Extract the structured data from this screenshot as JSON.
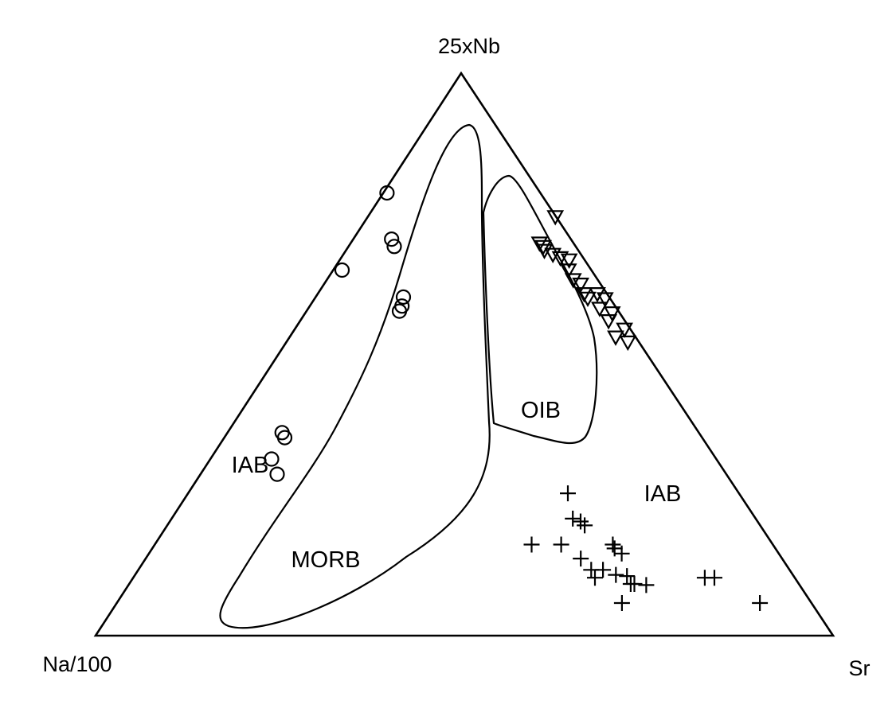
{
  "chart_data": {
    "type": "scatter",
    "plot_kind": "ternary",
    "apex_labels": {
      "top": "25xNb",
      "left": "Na/100",
      "right": "Sr"
    },
    "field_labels": {
      "iab_left": "IAB",
      "morb": "MORB",
      "oib": "OIB",
      "iab_right": "IAB"
    },
    "fields": [
      "MORB",
      "OIB"
    ],
    "grid": false,
    "legend": "none",
    "axis_range": [
      0,
      1
    ],
    "series": [
      {
        "marker": "circle",
        "points": [
          {
            "top": 0.795,
            "left": 0.21,
            "right": 0.005
          },
          {
            "top": 0.705,
            "left": 0.243,
            "right": 0.052
          },
          {
            "top": 0.692,
            "left": 0.246,
            "right": 0.062
          },
          {
            "top": 0.65,
            "left": 0.338,
            "right": 0.012
          },
          {
            "top": 0.602,
            "left": 0.279,
            "right": 0.119
          },
          {
            "top": 0.577,
            "left": 0.297,
            "right": 0.126
          },
          {
            "top": 0.586,
            "left": 0.289,
            "right": 0.125
          },
          {
            "top": 0.361,
            "left": 0.565,
            "right": 0.074
          },
          {
            "top": 0.352,
            "left": 0.566,
            "right": 0.082
          },
          {
            "top": 0.314,
            "left": 0.603,
            "right": 0.083
          },
          {
            "top": 0.287,
            "left": 0.609,
            "right": 0.104
          }
        ]
      },
      {
        "marker": "triangle-down",
        "points": [
          {
            "top": 0.745,
            "left": 0.001,
            "right": 0.254
          },
          {
            "top": 0.698,
            "left": 0.046,
            "right": 0.256
          },
          {
            "top": 0.692,
            "left": 0.044,
            "right": 0.264
          },
          {
            "top": 0.685,
            "left": 0.046,
            "right": 0.269
          },
          {
            "top": 0.678,
            "left": 0.038,
            "right": 0.284
          },
          {
            "top": 0.672,
            "left": 0.031,
            "right": 0.297
          },
          {
            "top": 0.668,
            "left": 0.021,
            "right": 0.311
          },
          {
            "top": 0.65,
            "left": 0.031,
            "right": 0.319
          },
          {
            "top": 0.633,
            "left": 0.033,
            "right": 0.334
          },
          {
            "top": 0.625,
            "left": 0.027,
            "right": 0.348
          },
          {
            "top": 0.608,
            "left": 0.031,
            "right": 0.361
          },
          {
            "top": 0.6,
            "left": 0.03,
            "right": 0.37
          },
          {
            "top": 0.608,
            "left": 0.013,
            "right": 0.379
          },
          {
            "top": 0.599,
            "left": 0.007,
            "right": 0.394
          },
          {
            "top": 0.582,
            "left": 0.023,
            "right": 0.395
          },
          {
            "top": 0.574,
            "left": 0.01,
            "right": 0.416
          },
          {
            "top": 0.56,
            "left": 0.022,
            "right": 0.418
          },
          {
            "top": 0.545,
            "left": 0.008,
            "right": 0.447
          },
          {
            "top": 0.531,
            "left": 0.027,
            "right": 0.442
          },
          {
            "top": 0.522,
            "left": 0.015,
            "right": 0.463
          }
        ]
      },
      {
        "marker": "plus",
        "points": [
          {
            "top": 0.253,
            "left": 0.232,
            "right": 0.515
          },
          {
            "top": 0.208,
            "left": 0.248,
            "right": 0.544
          },
          {
            "top": 0.203,
            "left": 0.24,
            "right": 0.557
          },
          {
            "top": 0.196,
            "left": 0.238,
            "right": 0.566
          },
          {
            "top": 0.162,
            "left": 0.327,
            "right": 0.511
          },
          {
            "top": 0.162,
            "left": 0.287,
            "right": 0.551
          },
          {
            "top": 0.162,
            "left": 0.217,
            "right": 0.621
          },
          {
            "top": 0.155,
            "left": 0.218,
            "right": 0.627
          },
          {
            "top": 0.146,
            "left": 0.213,
            "right": 0.641
          },
          {
            "top": 0.137,
            "left": 0.273,
            "right": 0.59
          },
          {
            "top": 0.117,
            "left": 0.269,
            "right": 0.614
          },
          {
            "top": 0.117,
            "left": 0.253,
            "right": 0.63
          },
          {
            "top": 0.103,
            "left": 0.271,
            "right": 0.626
          },
          {
            "top": 0.106,
            "left": 0.226,
            "right": 0.668
          },
          {
            "top": 0.092,
            "left": 0.228,
            "right": 0.68
          },
          {
            "top": 0.092,
            "left": 0.223,
            "right": 0.685
          },
          {
            "top": 0.09,
            "left": 0.208,
            "right": 0.702
          },
          {
            "top": 0.103,
            "left": 0.122,
            "right": 0.775
          },
          {
            "top": 0.103,
            "left": 0.109,
            "right": 0.788
          },
          {
            "top": 0.058,
            "left": 0.257,
            "right": 0.685
          },
          {
            "top": 0.058,
            "left": 0.07,
            "right": 0.872
          },
          {
            "top": 0.108,
            "left": 0.24,
            "right": 0.652
          }
        ]
      }
    ]
  }
}
